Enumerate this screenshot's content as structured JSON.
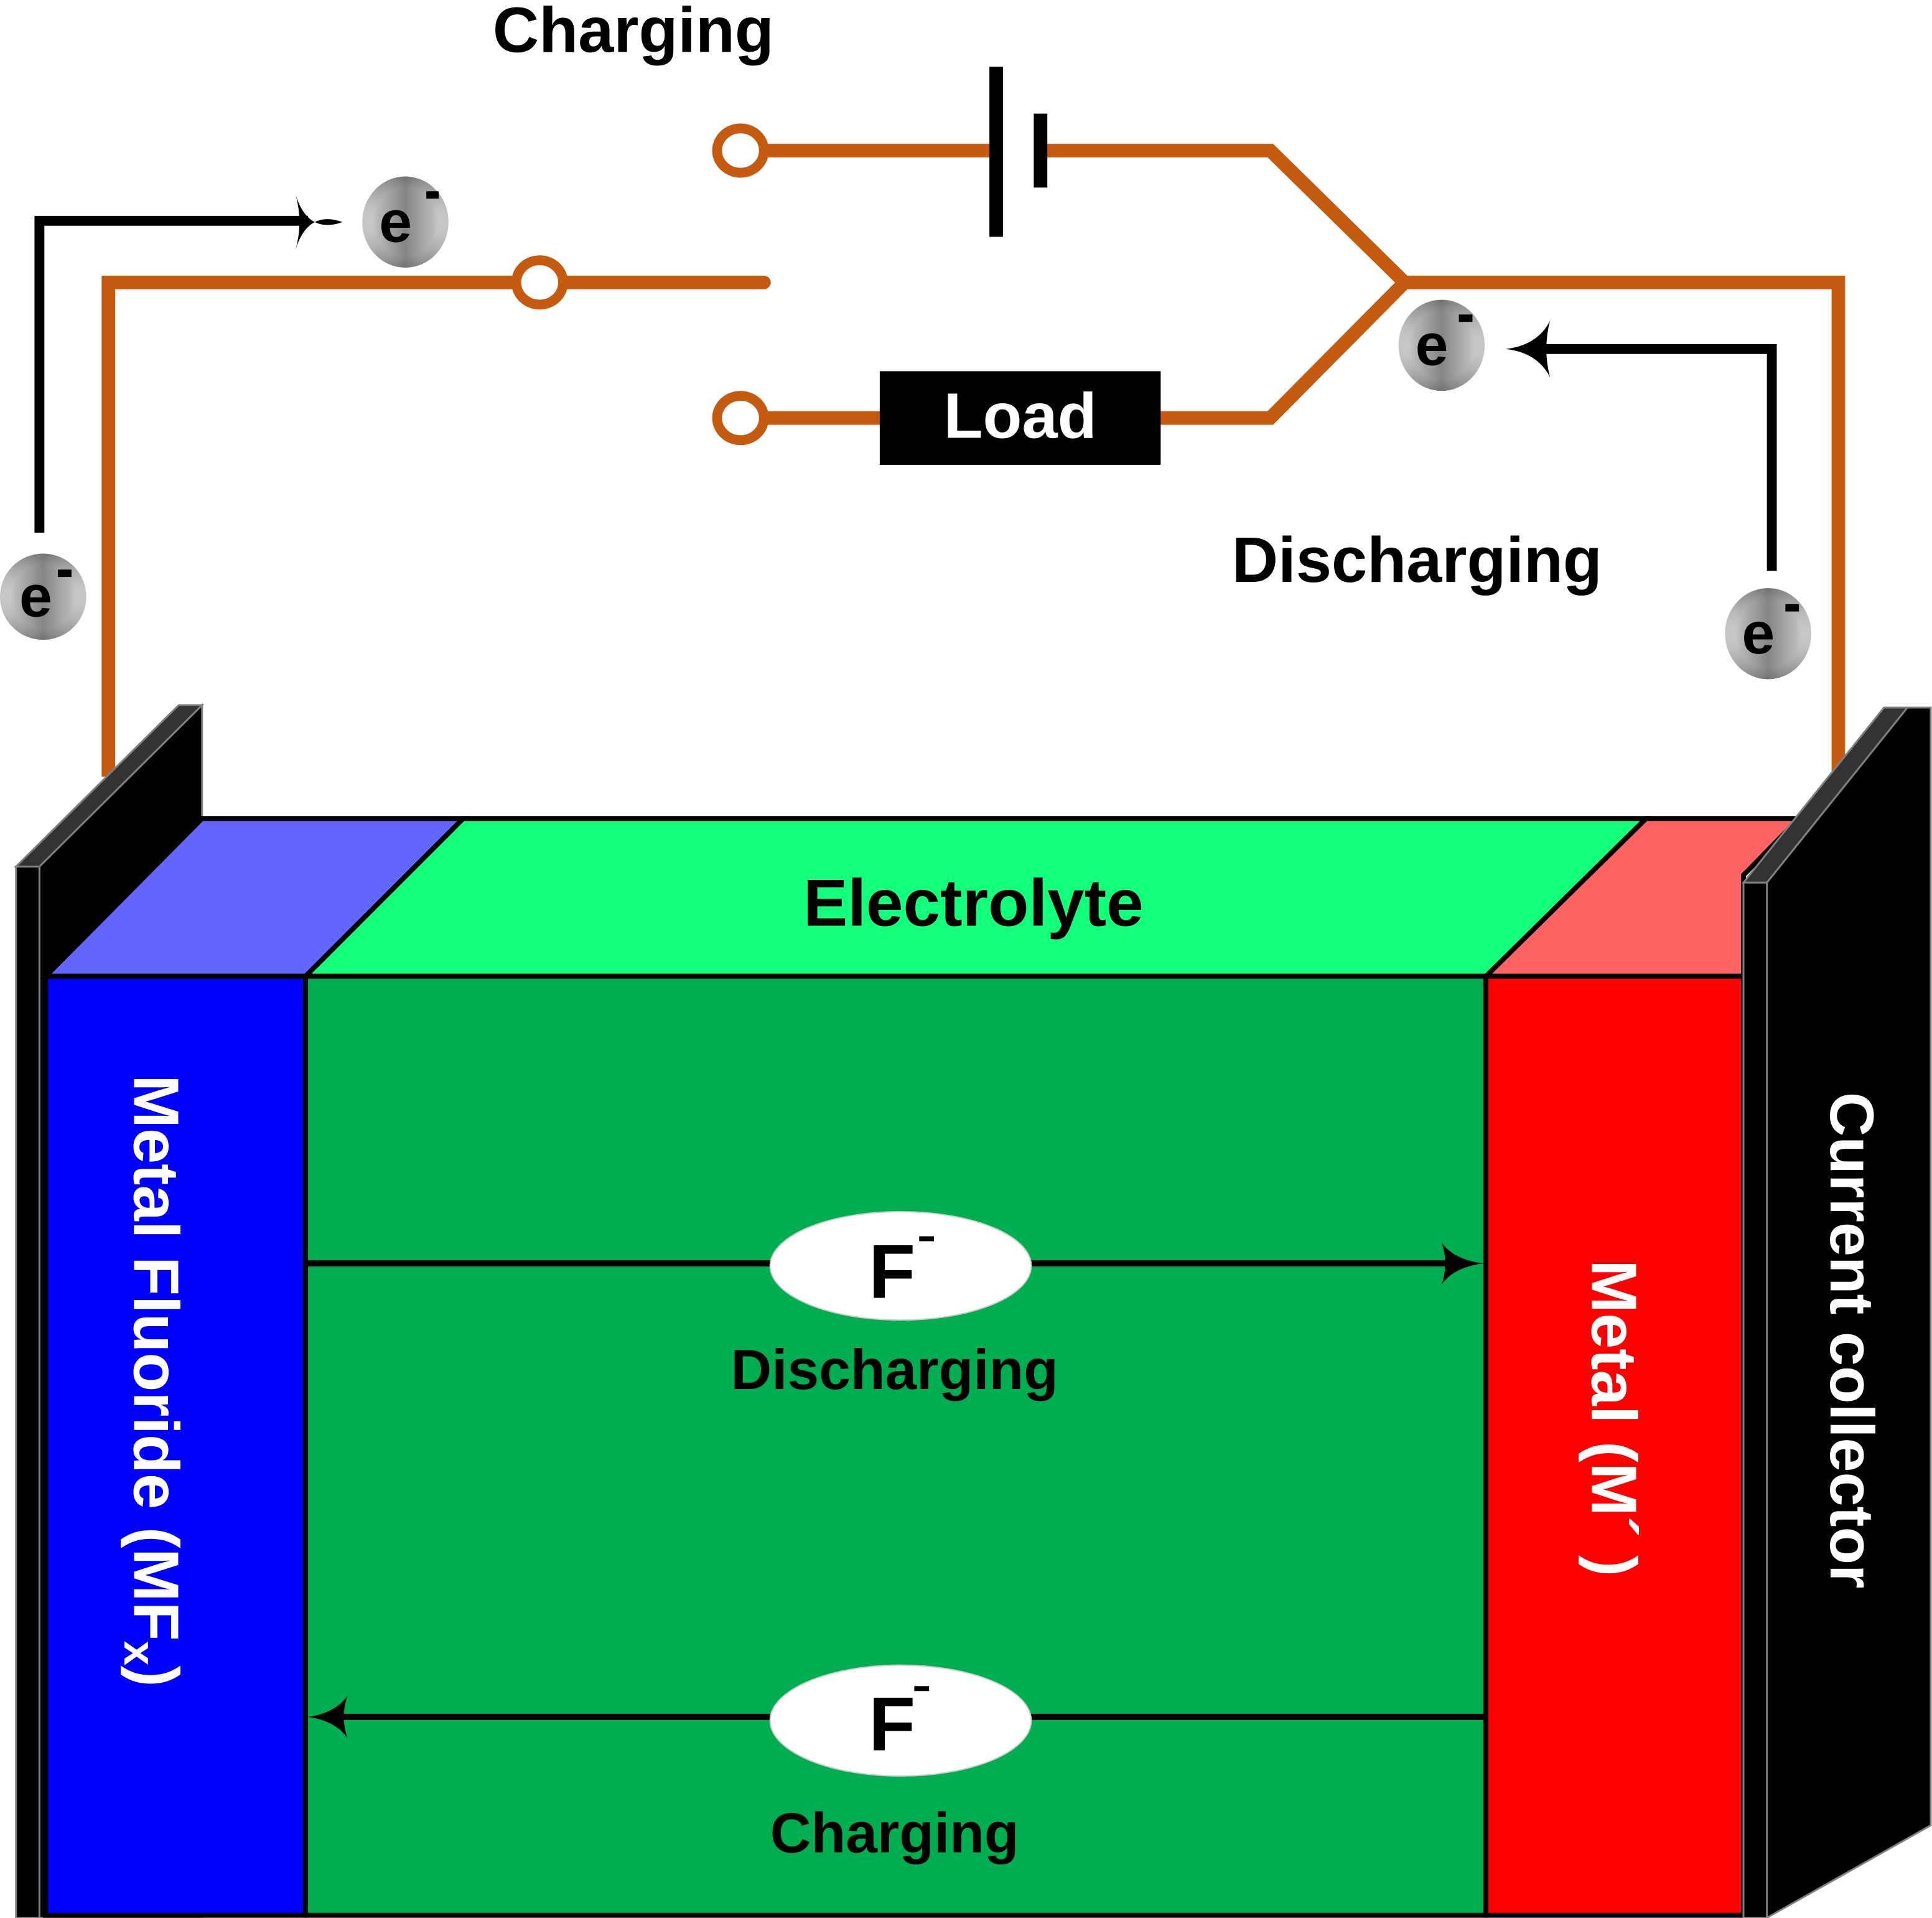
{
  "diagram": {
    "title": "Fluoride-ion battery schematic",
    "colors": {
      "wire": "#C55A11",
      "electrolyte_front": "#00AD50",
      "electrolyte_top": "#14FF7B",
      "cathode_front": "#0000FF",
      "cathode_top": "#6464FF",
      "anode_front": "#FF0000",
      "anode_top": "#FF6464",
      "collector": "#000000",
      "collector_edge": "#333333"
    },
    "circuit": {
      "charging_label": "Charging",
      "discharging_label": "Discharging",
      "load_label": "Load",
      "battery_symbol": "battery-icon",
      "switch": "switch-icon"
    },
    "electrons": {
      "symbol": "e",
      "charge": "-",
      "count": 4
    },
    "cell": {
      "electrolyte_label": "Electrolyte",
      "cathode_label": "Metal Fluoride (MF",
      "cathode_sub": "x",
      "cathode_close": ")",
      "anode_label": "Metal (M´ )",
      "collector_label": "Current collector"
    },
    "ions": {
      "symbol": "F",
      "charge": "-",
      "top_direction_label": "Discharging",
      "bottom_direction_label": "Charging"
    }
  }
}
